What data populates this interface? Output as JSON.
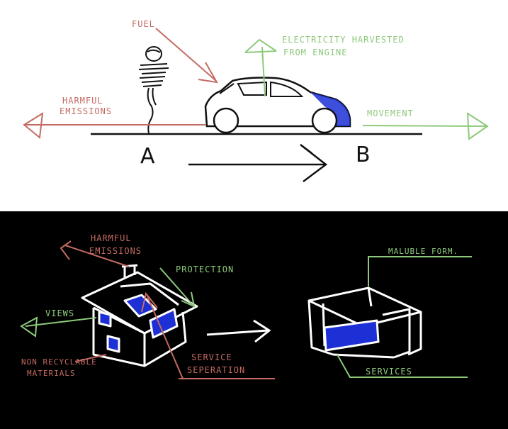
{
  "colors": {
    "red": "#c46a62",
    "green": "#8ec97b",
    "blue": "#1c30d6",
    "top_bg": "#ffffff",
    "bottom_bg": "#000000"
  },
  "top": {
    "fuel": "FUEL",
    "electricity": [
      "ELECTRICITY HARVESTED",
      "FROM ENGINE"
    ],
    "harmful": [
      "HARMFUL",
      "EMISSIONS"
    ],
    "movement": "MOVEMENT",
    "point_a": "A",
    "point_b": "B"
  },
  "bottom": {
    "harmful": [
      "HARMFUL",
      "EMISSIONS"
    ],
    "protection": "PROTECTION",
    "views": "VIEWS",
    "non_recyclable": [
      "NON RECYCLABLE",
      "MATERIALS"
    ],
    "service_sep": [
      "SERVICE",
      "SEPERATION"
    ],
    "malluble": "MALUBLE FORM.",
    "services": "SERVICES"
  }
}
